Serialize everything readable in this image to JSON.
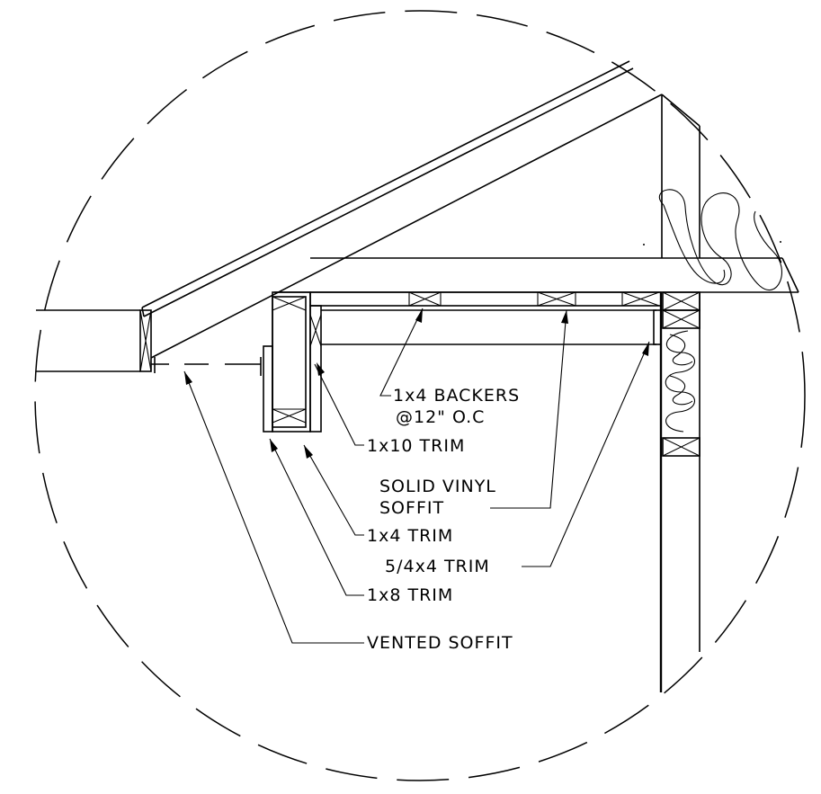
{
  "labels": {
    "backers_line1": "1x4 BACKERS",
    "backers_line2": "@12\" O.C",
    "trim_1x10": "1x10 TRIM",
    "vinyl_line1": "SOLID VINYL",
    "vinyl_line2": "SOFFIT",
    "trim_1x4": "1x4 TRIM",
    "trim_5_4x4": "5/4x4 TRIM",
    "trim_1x8": "1x8 TRIM",
    "vented_soffit": "VENTED SOFFIT"
  },
  "colors": {
    "linework": "#000000",
    "background": "#ffffff"
  }
}
